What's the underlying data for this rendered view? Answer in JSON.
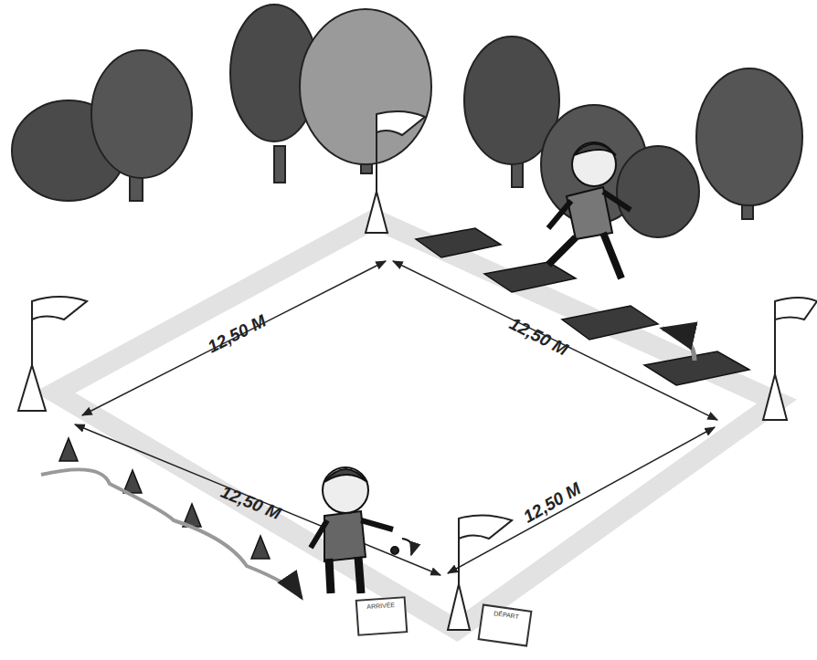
{
  "diagram": {
    "nodes": [
      {
        "text": [
          "ARRIVÉE"
        ]
      },
      {
        "text": [
          "DÉPART"
        ]
      }
    ],
    "labels": [
      "12,50 M",
      "12,50 M",
      "12,50 M",
      "12,50 M"
    ]
  }
}
